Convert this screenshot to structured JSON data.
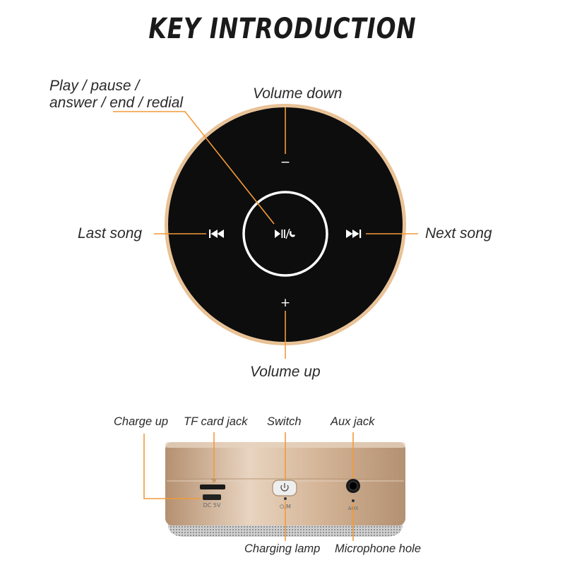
{
  "title": "KEY INTRODUCTION",
  "top_view": {
    "labels": {
      "play_pause": "Play / pause /\nanswer / end / redial",
      "volume_down": "Volume down",
      "last_song": "Last song",
      "next_song": "Next song",
      "volume_up": "Volume up"
    },
    "button_symbols": {
      "minus": "−",
      "plus": "+",
      "prev": "⏮",
      "next": "⏭",
      "play": "▶II/✆"
    }
  },
  "side_view": {
    "labels": {
      "charge_up": "Charge up",
      "tf_card": "TF card jack",
      "switch": "Switch",
      "aux": "Aux jack",
      "charging_lamp": "Charging lamp",
      "mic_hole": "Microphone hole"
    },
    "print": {
      "dc": "DC 5V",
      "aux": "AUX",
      "tf": "TF",
      "mode": "⏻/M"
    }
  },
  "colors": {
    "leader": "#f39a3a",
    "disc": "#0d0d0d",
    "rim": "#c9a27a",
    "body": "#c8a888"
  }
}
